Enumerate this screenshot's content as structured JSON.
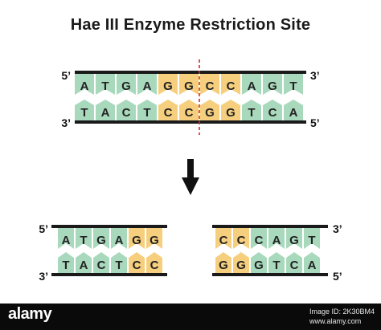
{
  "title": "Hae III Enzyme Restriction Site",
  "colors": {
    "purine_fill": "#a9d9bd",
    "site_fill": "#f6cf7e",
    "backbone": "#1a1a1a",
    "cut_line": "#d8262f",
    "arrow": "#111111"
  },
  "full_strand": {
    "top_label_left": "5’",
    "top_label_right": "3’",
    "bottom_label_left": "3’",
    "bottom_label_right": "5’",
    "top_bases": [
      "A",
      "T",
      "G",
      "A",
      "G",
      "G",
      "C",
      "C",
      "A",
      "G",
      "T"
    ],
    "bottom_bases": [
      "T",
      "A",
      "C",
      "T",
      "C",
      "C",
      "G",
      "G",
      "T",
      "C",
      "A"
    ],
    "recognition_site": [
      4,
      5,
      6,
      7
    ],
    "cut_after_index": 5
  },
  "left_fragment": {
    "top_label": "5’",
    "bottom_label": "3’",
    "top_bases": [
      "A",
      "T",
      "G",
      "A",
      "G",
      "G"
    ],
    "bottom_bases": [
      "T",
      "A",
      "C",
      "T",
      "C",
      "C"
    ],
    "highlight": [
      4,
      5
    ]
  },
  "right_fragment": {
    "top_label": "3’",
    "bottom_label": "5’",
    "top_bases": [
      "C",
      "C",
      "C",
      "A",
      "G",
      "T"
    ],
    "bottom_bases": [
      "G",
      "G",
      "G",
      "T",
      "C",
      "A"
    ],
    "highlight": [
      0,
      1
    ]
  },
  "footer": {
    "logo": "alamy",
    "image_id": "Image ID: 2K30BM4",
    "site": "www.alamy.com"
  }
}
